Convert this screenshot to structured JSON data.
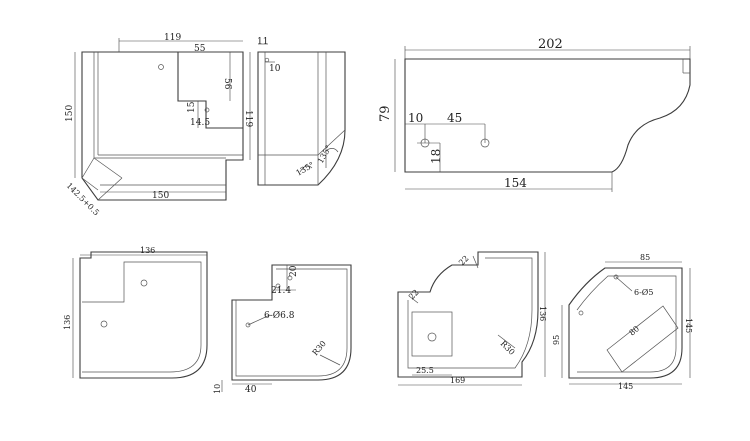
{
  "drawings": {
    "top_left_bracket": {
      "width_top": "119",
      "width_inner": "55",
      "depth_56": "56",
      "height_150": "150",
      "right_119": "119",
      "step_15": "15",
      "hole_14_5": "14.5",
      "bottom_150": "150",
      "corner_note": "142.5+0.5"
    },
    "top_side_view": {
      "dim_11": "11",
      "dim_10": "10",
      "angle_left": "135°",
      "angle_right": "135°"
    },
    "top_right_plate": {
      "width": "202",
      "height": "79",
      "hole_offset_x": "10",
      "hole_spacing": "45",
      "hole_offset_y": "18",
      "bottom_width": "154"
    },
    "bottom_left_plate": {
      "width": "136",
      "height": "136"
    },
    "bottom_mid_plate": {
      "dim_20": "20",
      "dim_21_4": "21.4",
      "holes": "6-Ø6.8",
      "radius": "R30",
      "bottom_40": "40",
      "small_10": "10"
    },
    "bottom_right_plate_a": {
      "dim_22_top": "22",
      "dim_22_left": "22",
      "height": "136",
      "radius": "R30",
      "bottom_w": "25.5",
      "width": "169"
    },
    "bottom_right_plate_b": {
      "top": "85",
      "holes": "6-Ø5",
      "slot": "80",
      "right_h": "145",
      "left_h": "95",
      "width": "145"
    }
  }
}
